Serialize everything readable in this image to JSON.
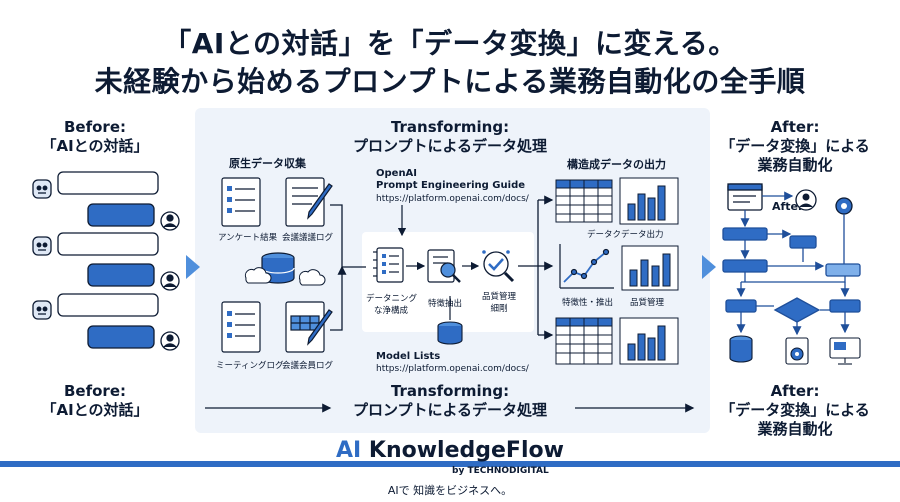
{
  "title": {
    "line1": "「AIとの対話」を「データ変換」に変える。",
    "line2": "未経験から始めるプロンプトによる業務自動化の全手順"
  },
  "before": {
    "label1": "Before:",
    "label2": "「AIとの対話」"
  },
  "transforming": {
    "label1": "Transforming:",
    "label2": "プロンプトによるデータ処理"
  },
  "after": {
    "label1": "After:",
    "label2": "「データ変換」による",
    "label3": "業務自動化"
  },
  "raw": {
    "title": "原生データ収集",
    "doc1": "アンケート結果",
    "doc2": "会議議議ログ",
    "doc3": "ミーティングログ",
    "doc4": "会議会員ログ"
  },
  "openai": {
    "name": "OpenAI",
    "guide": "Prompt Engineering Guide",
    "url": "https://platform.openai.com/docs/"
  },
  "models": {
    "name": "Model Lists",
    "url": "https://platform.openai.com/docs/"
  },
  "process": {
    "step1a": "データニング",
    "step1b": "な浄構成",
    "step2": "特徴抽出",
    "step3a": "品質管理",
    "step3b": "細剛"
  },
  "output": {
    "title": "構造成データの出力",
    "c1": "データクデータ出力",
    "c2": "特徴性・推出",
    "c3": "品質管理"
  },
  "afterFlow": {
    "label": "After:"
  },
  "brand": {
    "prefix": "AI",
    "name": " KnowledgeFlow",
    "by": "by TECHNODIGITAL",
    "tagline": "AIで 知識をビジネスへ。"
  },
  "colors": {
    "accent": "#2f6cc4",
    "dark": "#1f4f9a",
    "panel": "#eef3fa",
    "text": "#0d1b33"
  }
}
